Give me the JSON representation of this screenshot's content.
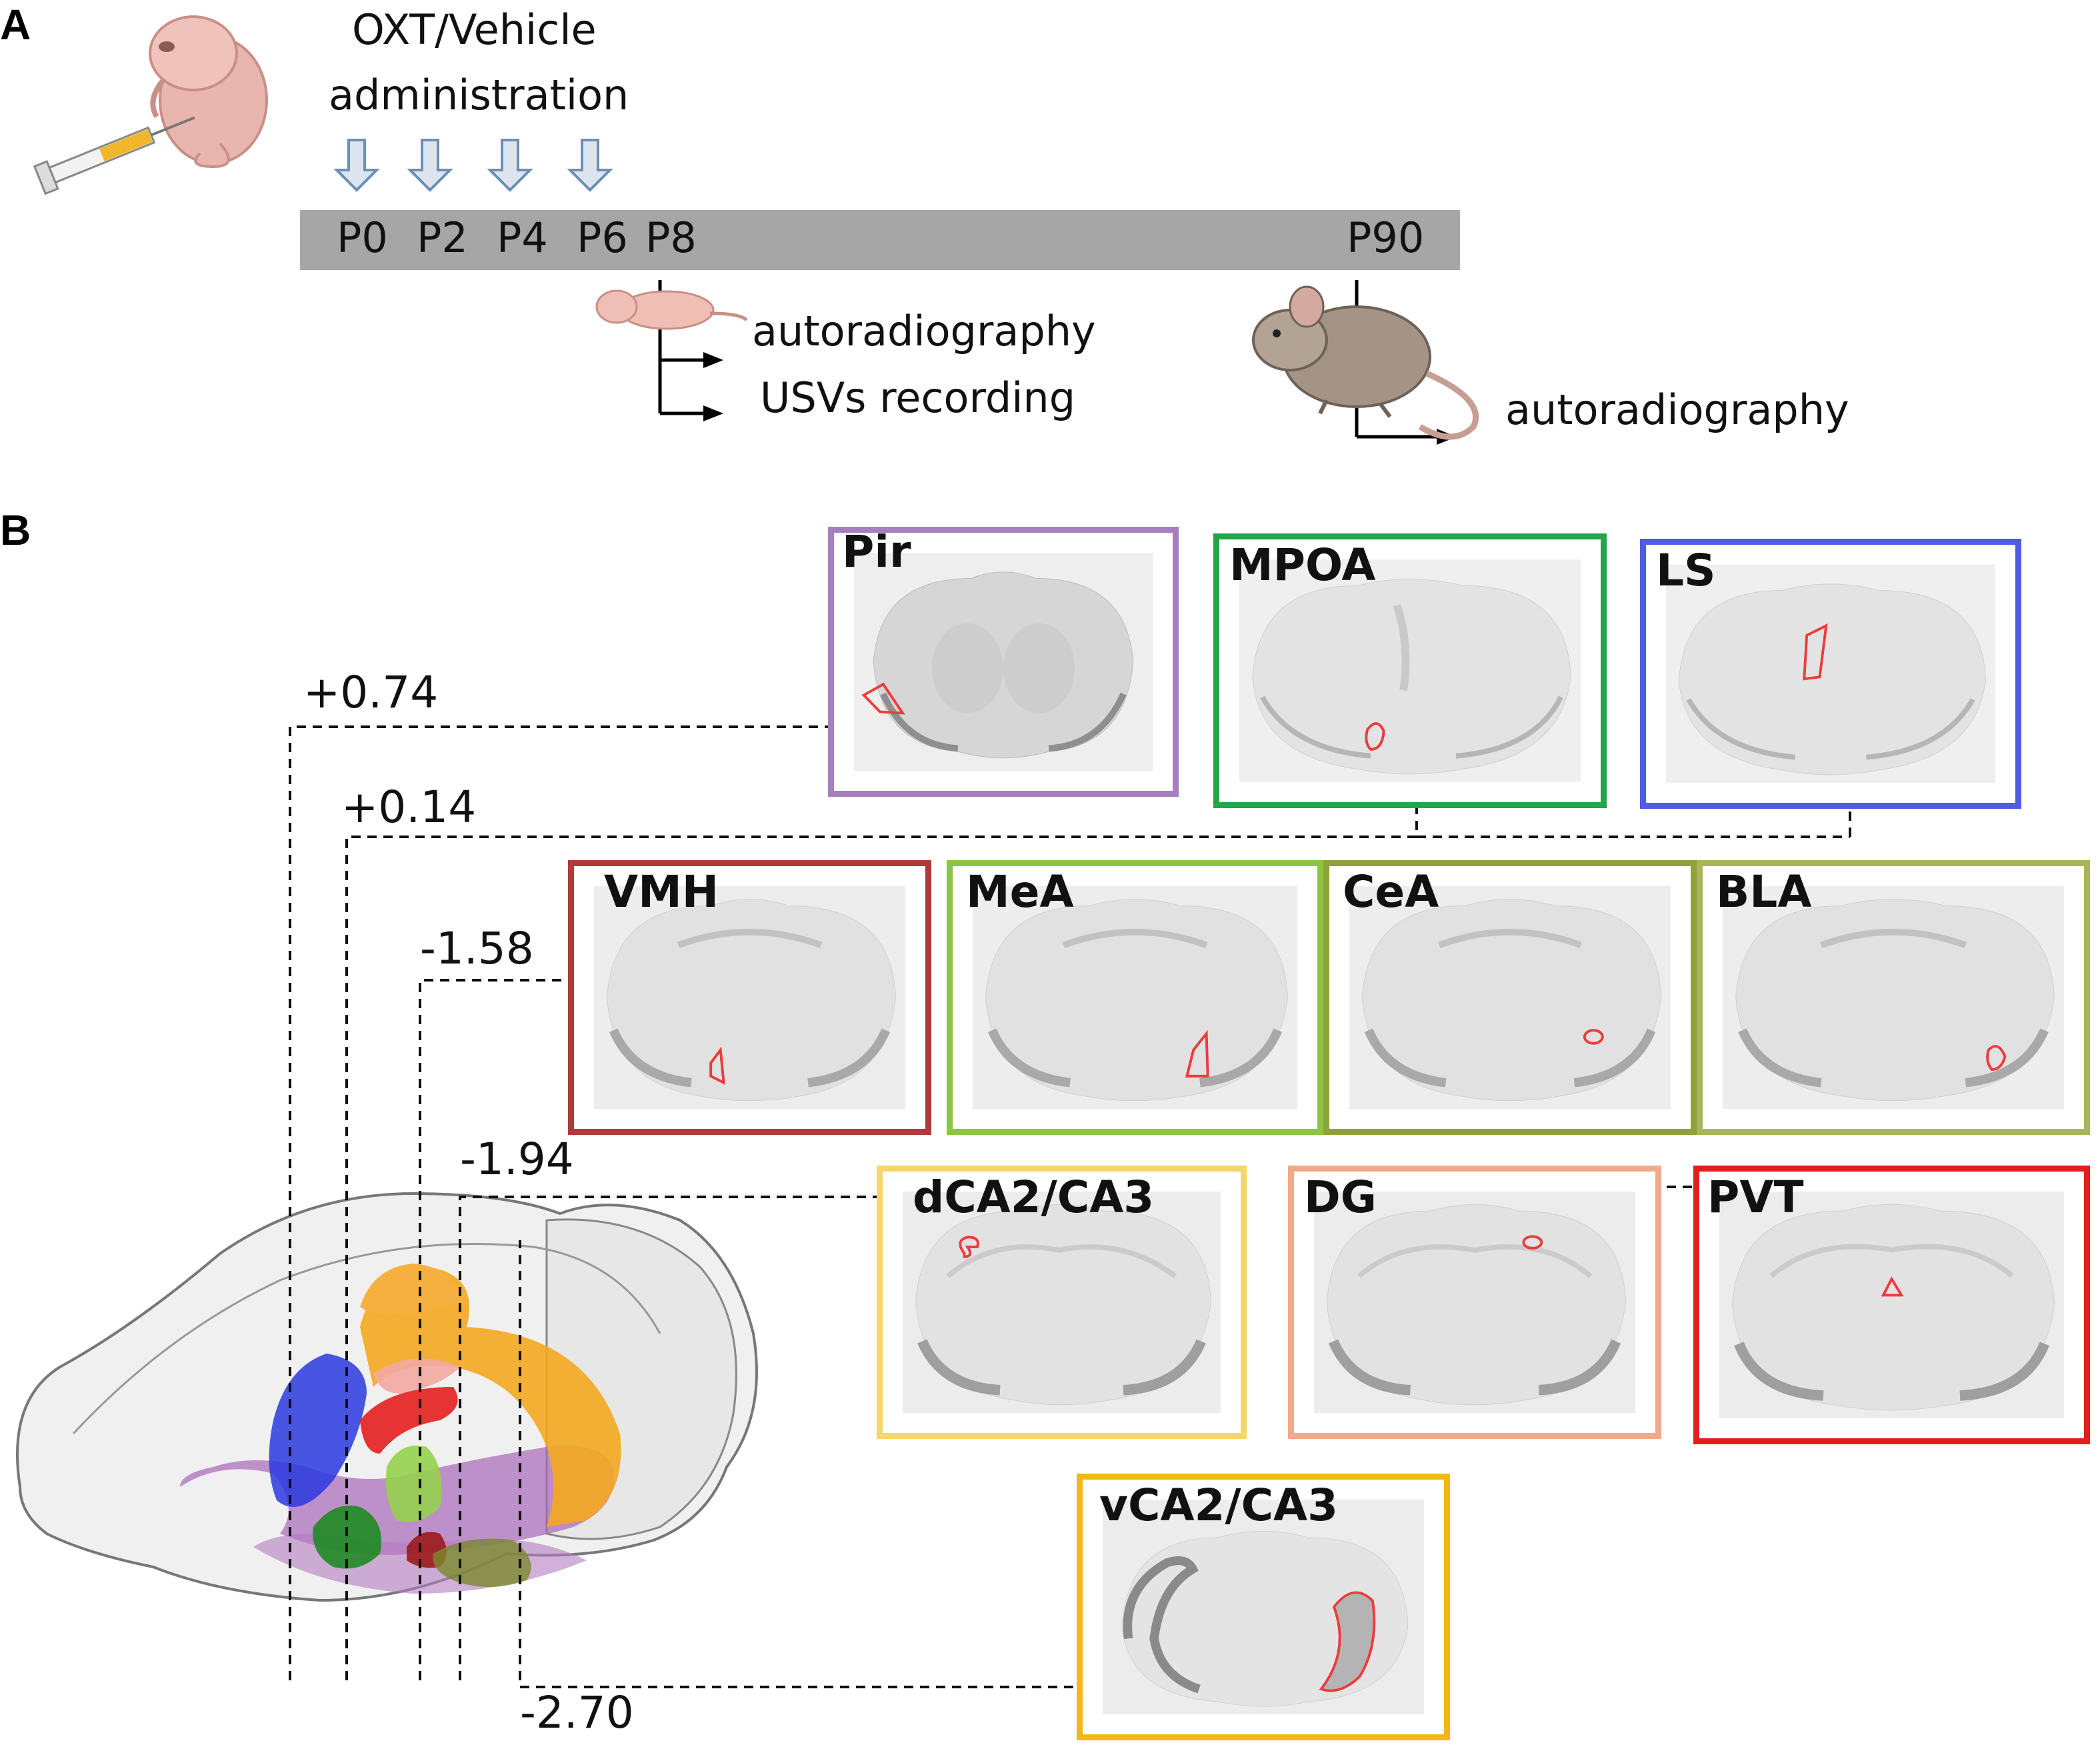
{
  "panels": {
    "a": {
      "letter": "A",
      "treatment": [
        "OXT/Vehicle",
        "administration"
      ],
      "timepoints": [
        "P0",
        "P2",
        "P4",
        "P6",
        "P8",
        "P90"
      ],
      "p8_outcomes": [
        "autoradiography",
        "USVs recording"
      ],
      "p90_outcomes": [
        "autoradiography"
      ],
      "icons": [
        "pup-icon",
        "syringe-icon",
        "arrow-down-icon",
        "mouse-pup-icon",
        "adult-mouse-icon"
      ]
    },
    "b": {
      "letter": "B",
      "coordinates": [
        "+0.74",
        "+0.14",
        "-1.58",
        "-1.94",
        "-2.70"
      ],
      "regions": [
        {
          "label": "Pir",
          "color": "#a67fbf"
        },
        {
          "label": "MPOA",
          "color": "#22a64a"
        },
        {
          "label": "LS",
          "color": "#4f5be0"
        },
        {
          "label": "VMH",
          "color": "#b03a3a"
        },
        {
          "label": "MeA",
          "color": "#8cc640"
        },
        {
          "label": "CeA",
          "color": "#8ea23a"
        },
        {
          "label": "BLA",
          "color": "#aab45a"
        },
        {
          "label": "dCA2/CA3",
          "color": "#f5d66a"
        },
        {
          "label": "DG",
          "color": "#f0a98a"
        },
        {
          "label": "PVT",
          "color": "#e11f1f"
        },
        {
          "label": "vCA2/CA3",
          "color": "#f0b918"
        }
      ]
    }
  }
}
